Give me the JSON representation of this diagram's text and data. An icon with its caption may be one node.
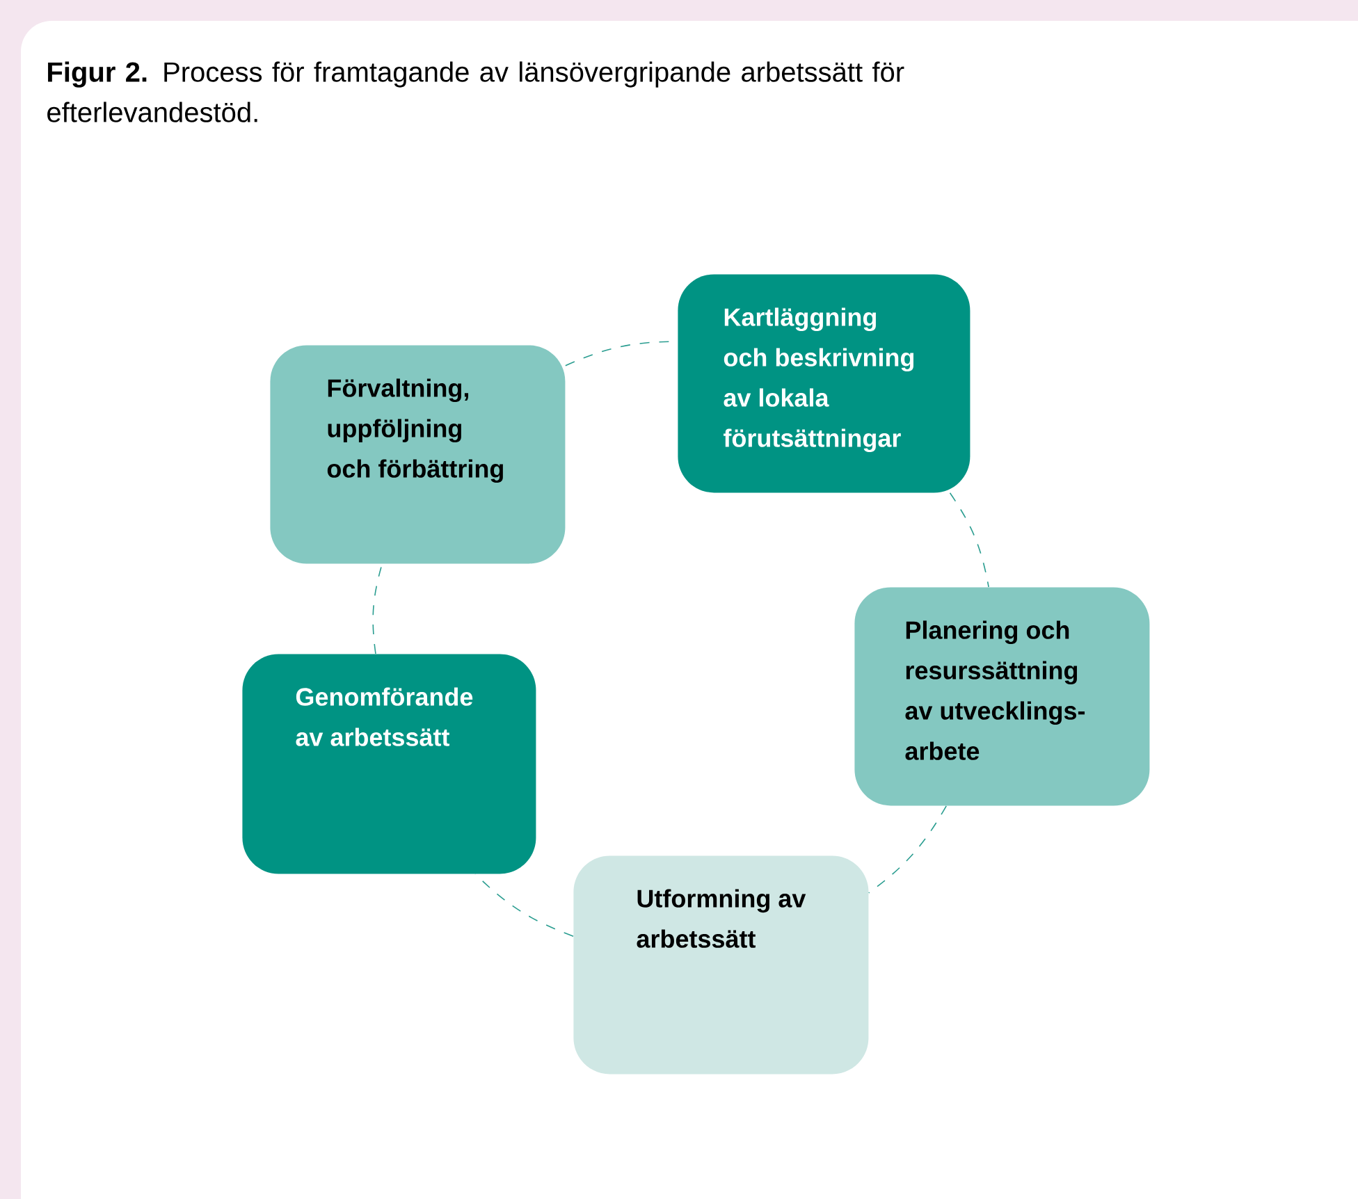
{
  "diagram": {
    "title": "**Figur 2.** Process för framtagande av länsövergripande arbetssätt för efterlevandestöd.",
    "nodes": [
      {
        "text": [
          "Kartläggning och beskrivning av lokala förutsättningar"
        ]
      },
      {
        "text": [
          "Planering och resurssättning av utvecklings-arbete"
        ]
      },
      {
        "text": [
          "Utformning av arbetssätt"
        ]
      },
      {
        "text": [
          "Genomförande av arbetssätt"
        ]
      },
      {
        "text": [
          "Förvaltning, uppföljning och förbättring"
        ]
      }
    ],
    "edges": [
      {
        "from": 0,
        "to": 1,
        "arrow": "none",
        "style": "dashed"
      },
      {
        "from": 1,
        "to": 2,
        "arrow": "none",
        "style": "dashed"
      },
      {
        "from": 2,
        "to": 3,
        "arrow": "none",
        "style": "dashed"
      },
      {
        "from": 3,
        "to": 4,
        "arrow": "none",
        "style": "dashed"
      },
      {
        "from": 4,
        "to": 0,
        "arrow": "none",
        "style": "dashed"
      }
    ]
  }
}
